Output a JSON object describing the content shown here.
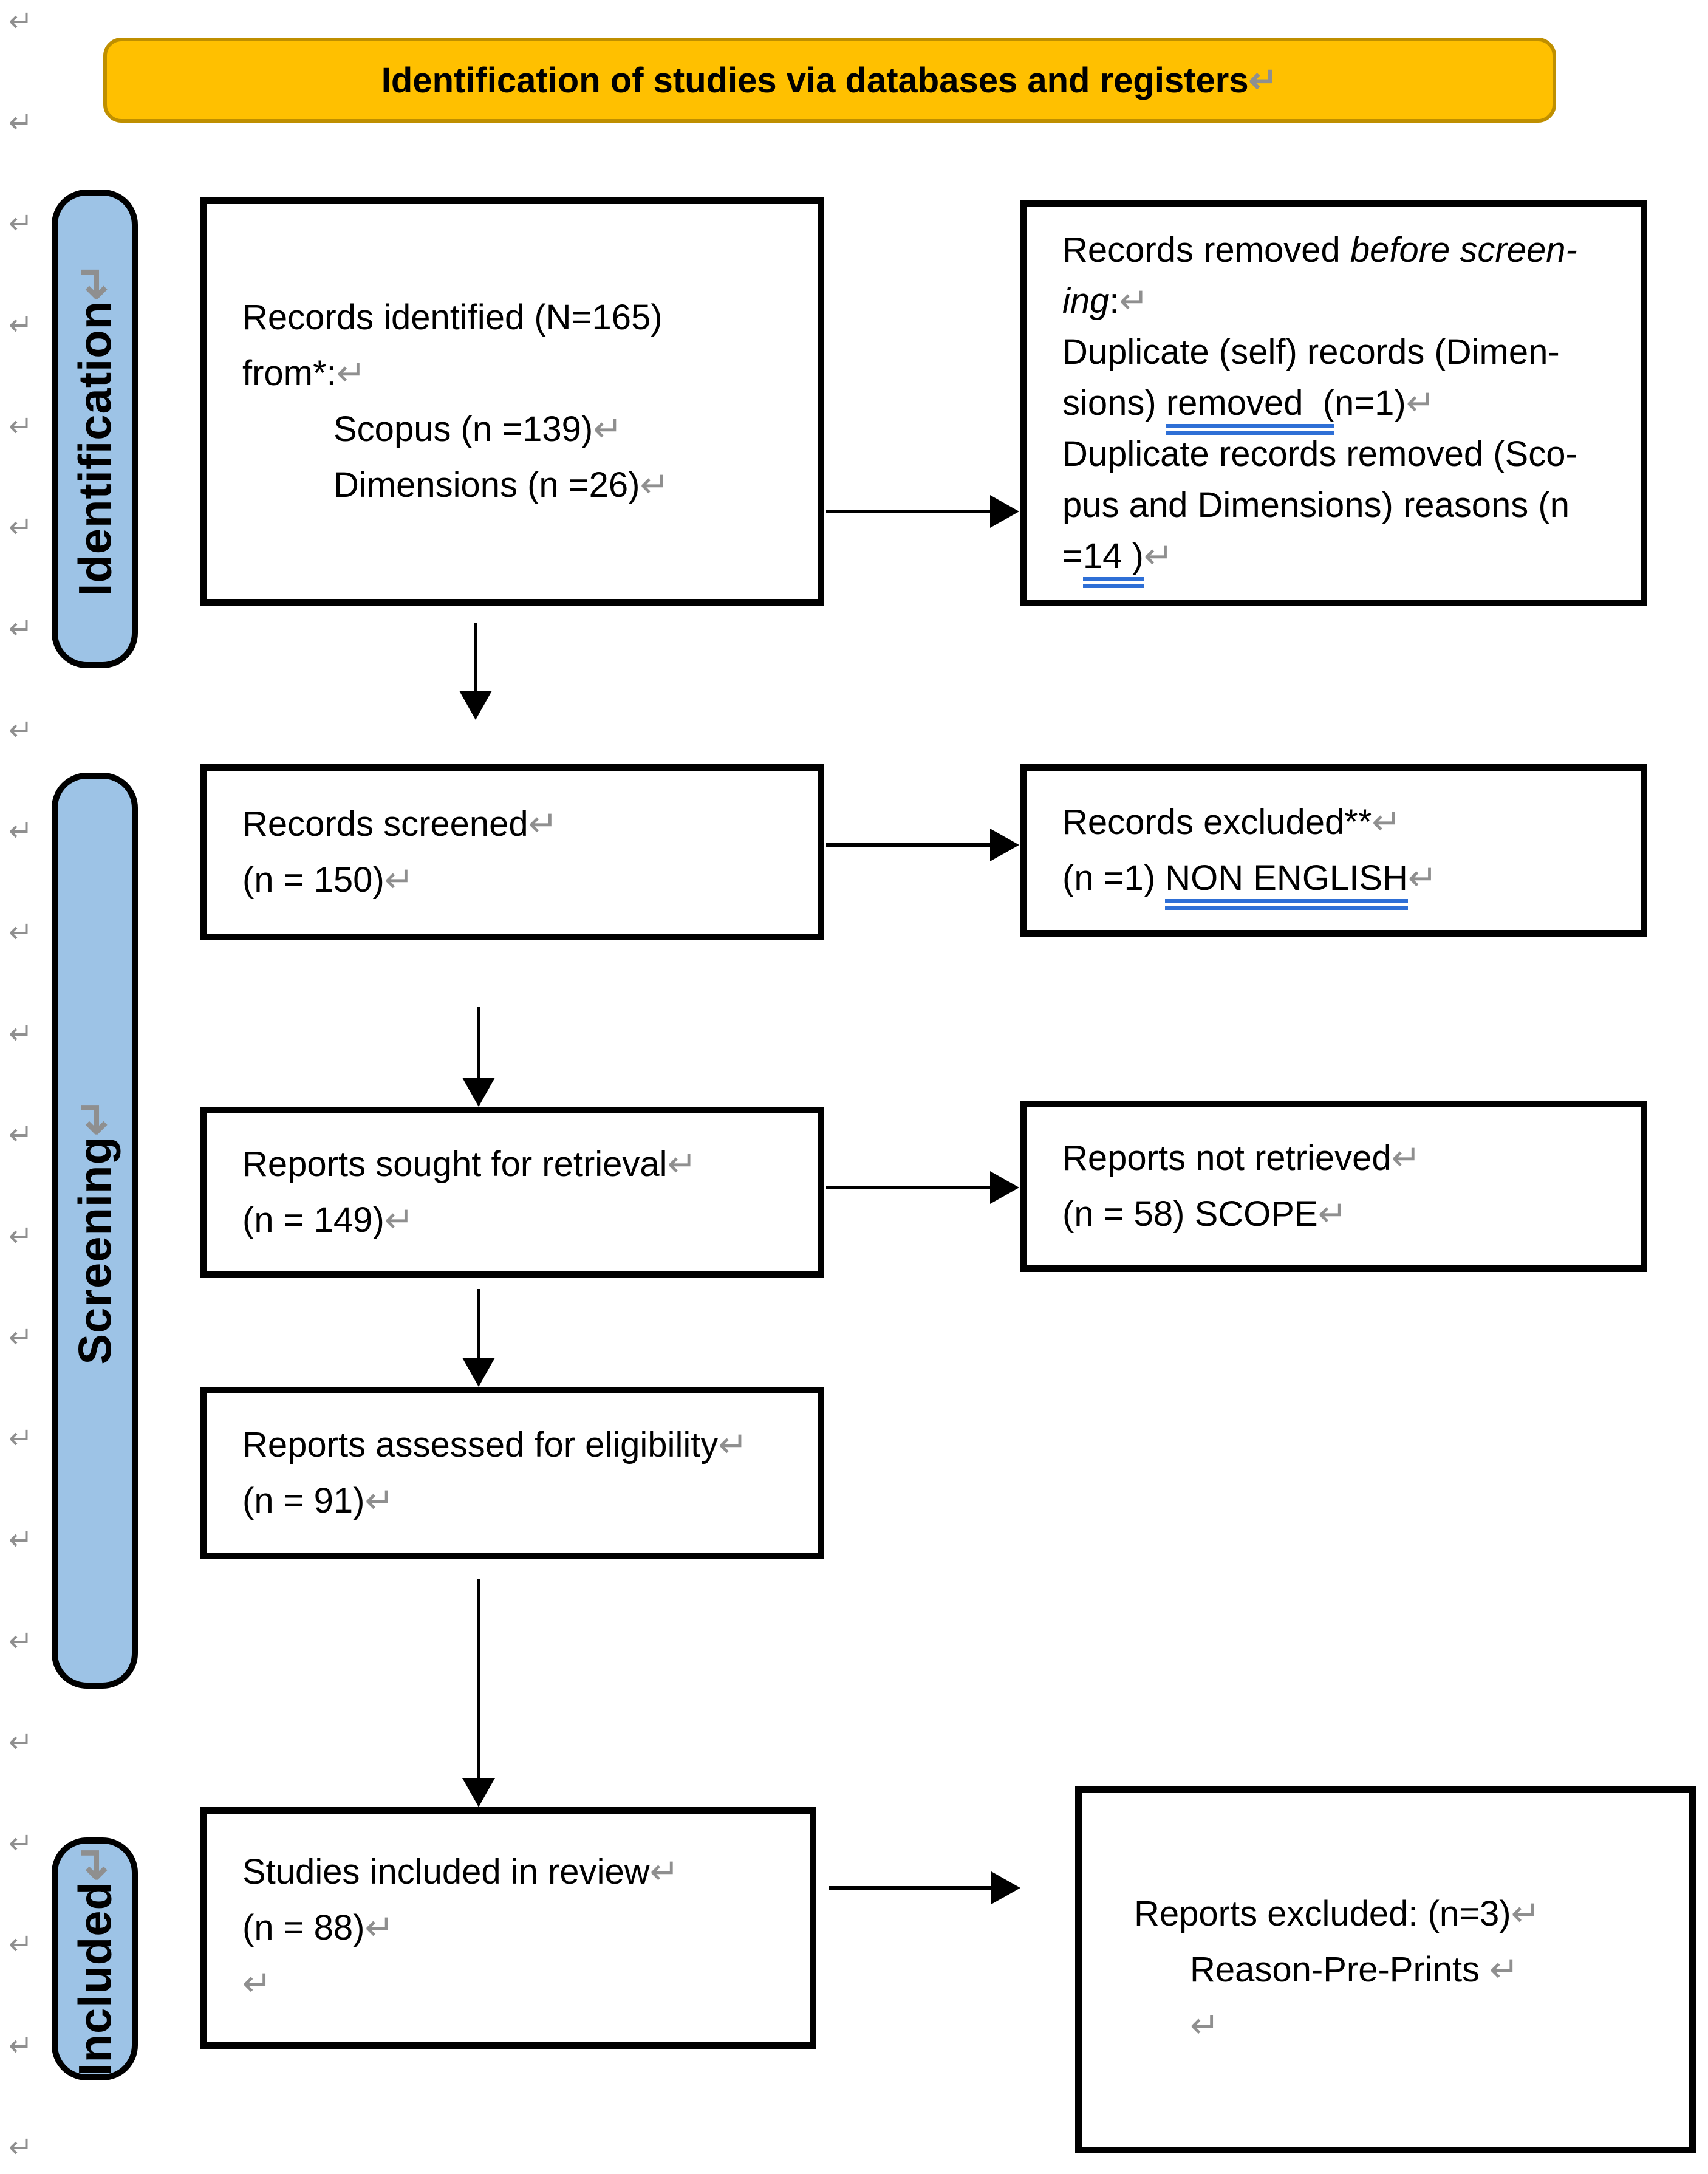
{
  "marks": {
    "glyph": "↵"
  },
  "banner": {
    "title": "Identification of studies via databases and registers"
  },
  "stages": {
    "identification": "Identification",
    "screening": "Screening",
    "included": "Included"
  },
  "boxes": {
    "identified": {
      "l1": "Records identified (N=165) ",
      "l2": "from*:",
      "l3": "Scopus (n =139)",
      "l4": "Dimensions (n =26)"
    },
    "removed": {
      "l1a": "Records removed ",
      "l1b": "before screen-",
      "l2a": "ing",
      "l2b": ":",
      "l3": "Duplicate (self) records (Dimen-",
      "l4a": "sions) ",
      "l4b": "removed  (",
      "l4c": "n=1)",
      "l5": "Duplicate records removed (Sco-",
      "l6": "pus and Dimensions) reasons (n ",
      "l7a": "=",
      "l7b": "14 )"
    },
    "screened": {
      "l1": "Records screened",
      "l2": "(n = 150)"
    },
    "excluded": {
      "l1": "Records excluded**",
      "l2a": "(n =1) ",
      "l2b": "NON ENGLISH"
    },
    "sought": {
      "l1": "Reports sought for retrieval",
      "l2": "(n = 149)"
    },
    "not_retrieved": {
      "l1": "Reports not retrieved",
      "l2": "(n = 58) SCOPE"
    },
    "assessed": {
      "l1": "Reports assessed for eligibility",
      "l2": "(n = 91)"
    },
    "studies_included": {
      "l1": "Studies included in review",
      "l2": "(n = 88)"
    },
    "reports_excluded": {
      "l1": "Reports excluded: (n=3)",
      "l2": "Reason-Pre-Prints "
    }
  },
  "colors": {
    "banner_bg": "#FFC000",
    "banner_border": "#BF8F00",
    "pill_bg": "#9DC3E6",
    "box_border": "#000000",
    "grammar_underline_blue": "#2E6FD6",
    "pilcrow_gray": "#8F8F8F"
  }
}
